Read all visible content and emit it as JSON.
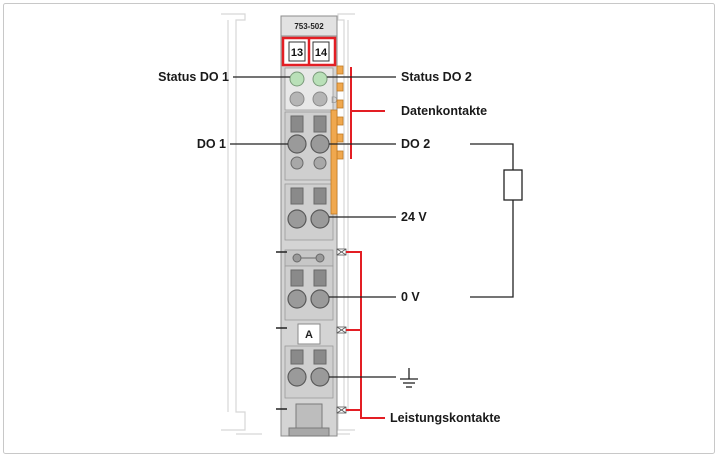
{
  "module": {
    "part_number": "753-502",
    "terminal_numbers": [
      "13",
      "14"
    ],
    "marker_letter": "A"
  },
  "labels": {
    "status_do1": "Status DO 1",
    "status_do2": "Status DO 2",
    "datenkontakte": "Datenkontakte",
    "do1": "DO 1",
    "do2": "DO 2",
    "v24": "24 V",
    "v0": "0 V",
    "leistungskontakte": "Leistungskontakte"
  },
  "colors": {
    "accent_red": "#e31e24",
    "led_green": "#b9e0b8",
    "contact_orange": "#f0a84e",
    "housing_gray": "#d4d4d4"
  }
}
